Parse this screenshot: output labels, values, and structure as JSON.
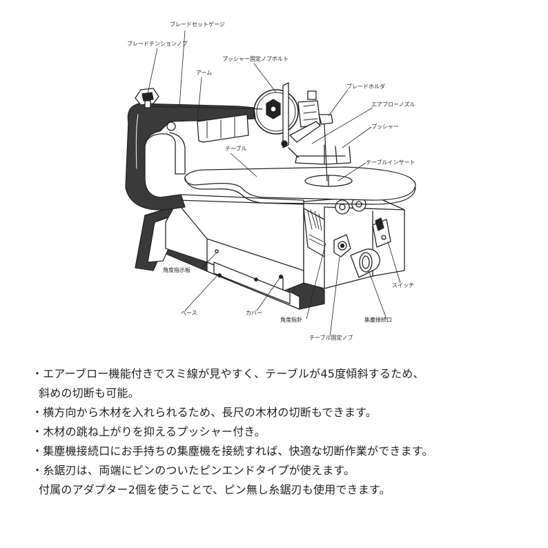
{
  "labels": {
    "blade_set_gauge": "ブレードセットゲージ",
    "blade_tension_knob": "ブレードテンションノブ",
    "pusher_bolt": "プッシャー固定ノブボルト",
    "arm": "アーム",
    "blade_holder": "ブレードホルダ",
    "air_nozzle": "エアブローノズル",
    "pusher": "プッシャー",
    "table": "テーブル",
    "table_insert": "テーブルインサート",
    "angle_plate": "角度指示板",
    "switch": "スイッチ",
    "base": "ベース",
    "cover": "カバー",
    "angle_pointer": "角度指針",
    "dust_port": "集塵接続口",
    "table_lock_knob": "テーブル固定ノブ"
  },
  "features": [
    {
      "text": "・エアーブロー機能付きでスミ線が見やすく、テーブルが45度傾斜するため、",
      "cont": "斜めの切断も可能。"
    },
    {
      "text": "・横方向から木材を入れられるため、長尺の木材の切断もできます。",
      "cont": ""
    },
    {
      "text": "・木材の跳ね上がりを抑えるプッシャー付き。",
      "cont": ""
    },
    {
      "text": "・集塵機接続口にお手持ちの集塵機を接続すれば、快適な切断作業ができます。",
      "cont": ""
    },
    {
      "text": "・糸鋸刃は、両端にピンのついたピンエンドタイプが使えます。",
      "cont": "付属のアダプター2個を使うことで、ピン無し糸鋸刃も使用できます。"
    }
  ]
}
